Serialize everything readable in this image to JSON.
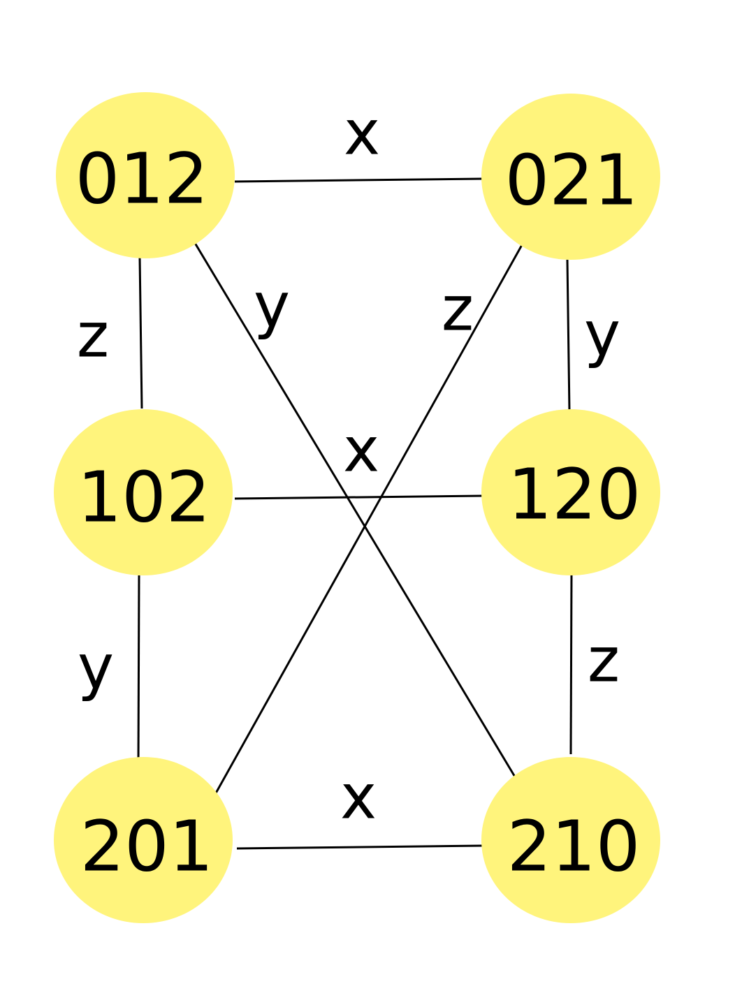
{
  "colors": {
    "node_fill": "#FFF47C",
    "edge": "#000000",
    "text": "#000000"
  },
  "nodes": [
    {
      "id": "012",
      "label": "012"
    },
    {
      "id": "021",
      "label": "021"
    },
    {
      "id": "102",
      "label": "102"
    },
    {
      "id": "120",
      "label": "120"
    },
    {
      "id": "201",
      "label": "201"
    },
    {
      "id": "210",
      "label": "210"
    }
  ],
  "edges": [
    {
      "from": "012",
      "to": "021",
      "label": "x"
    },
    {
      "from": "012",
      "to": "102",
      "label": "z"
    },
    {
      "from": "012",
      "to": "210",
      "label": "y"
    },
    {
      "from": "021",
      "to": "201",
      "label": "z"
    },
    {
      "from": "021",
      "to": "120",
      "label": "y"
    },
    {
      "from": "102",
      "to": "120",
      "label": "x"
    },
    {
      "from": "102",
      "to": "201",
      "label": "y"
    },
    {
      "from": "120",
      "to": "210",
      "label": "z"
    },
    {
      "from": "201",
      "to": "210",
      "label": "x"
    }
  ]
}
